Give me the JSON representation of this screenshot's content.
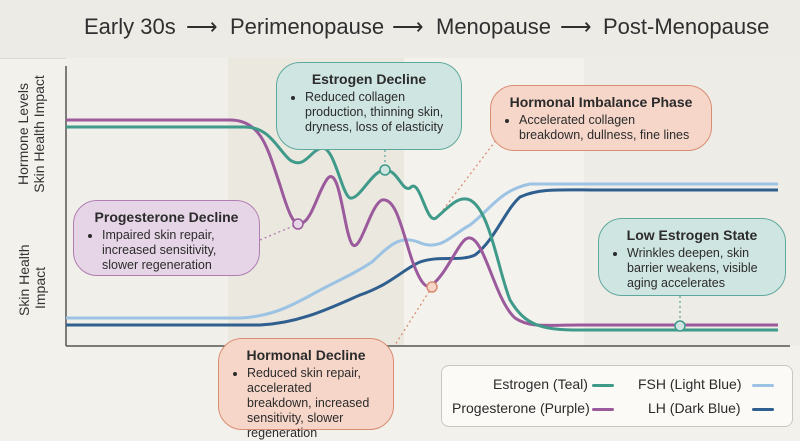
{
  "title": {
    "stages": [
      "Early 30s",
      "Perimenopause",
      "Menopause",
      "Post-Menopause"
    ],
    "arrow": "⟶"
  },
  "axis": {
    "ylabel_top_line1": "Hormone Levels",
    "ylabel_top_line2": "Skin Health Impact",
    "ylabel_bottom_line1": "Skin Health",
    "ylabel_bottom_line2": "Impact"
  },
  "callouts": {
    "estrogen": {
      "title": "Estrogen Decline",
      "text": "Reduced collagen production, thinning skin, dryness, loss of elasticity"
    },
    "imbalance": {
      "title": "Hormonal Imbalance Phase",
      "text": "Accelerated collagen breakdown, dullness, fine lines"
    },
    "progesterone": {
      "title": "Progesterone Decline",
      "text": "Impaired skin repair, increased sensitivity, slower regeneration"
    },
    "low_estrogen": {
      "title": "Low Estrogen State",
      "text": "Wrinkles deepen, skin barrier weakens, visible aging accelerates"
    },
    "hormonal": {
      "title": "Hormonal Decline",
      "text": "Reduced skin repair, accelerated breakdown, increased sensitivity, slower regeneration"
    }
  },
  "legend": {
    "estrogen": "Estrogen (Teal)",
    "progesterone": "Progesterone (Purple)",
    "fsh": "FSH (Light Blue)",
    "lh": "LH (Dark Blue)"
  },
  "colors": {
    "estrogen": "#3f9a8a",
    "progesterone": "#9a5a9c",
    "fsh": "#9cc3e4",
    "lh": "#2f5f8e"
  }
}
